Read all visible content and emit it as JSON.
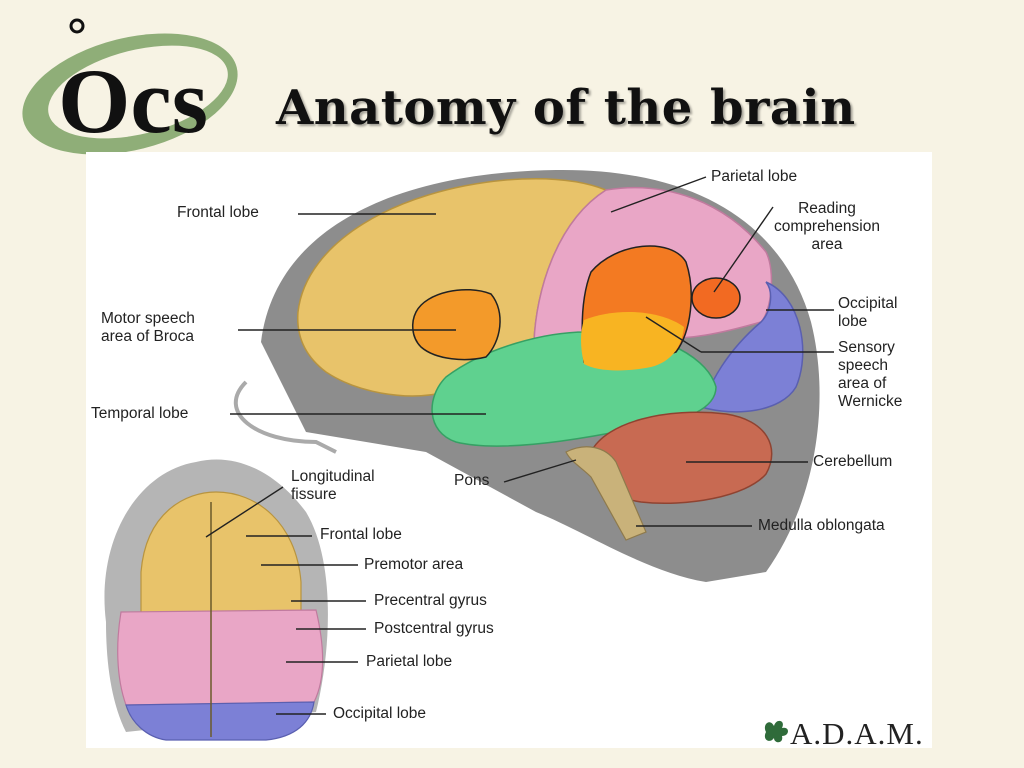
{
  "slide": {
    "title": "Anatomy of the brain",
    "logo_text": "Ocs"
  },
  "labels": {
    "frontal_lobe": "Frontal lobe",
    "parietal_lobe": "Parietal lobe",
    "reading_comprehension_area": "Reading\ncomprehension\narea",
    "motor_speech_area": "Motor speech\narea of Broca",
    "occipital_lobe": "Occipital\nlobe",
    "sensory_speech_area": "Sensory\nspeech\narea of\nWernicke",
    "temporal_lobe": "Temporal lobe",
    "cerebellum": "Cerebellum",
    "pons": "Pons",
    "medulla_oblongata": "Medulla oblongata",
    "longitudinal_fissure": "Longitudinal\nfissure",
    "top_frontal_lobe": "Frontal lobe",
    "premotor_area": "Premotor area",
    "precentral_gyrus": "Precentral gyrus",
    "postcentral_gyrus": "Postcentral gyrus",
    "top_parietal_lobe": "Parietal lobe",
    "top_occipital_lobe": "Occipital lobe"
  },
  "credit": {
    "publisher": "A.D.A.M."
  },
  "colors": {
    "background": "#f7f3e4",
    "frontal": "#e8c36a",
    "parietal": "#e9a6c6",
    "temporal": "#5fd18f",
    "occipital": "#7c80d6",
    "broca": "#f39a2a",
    "wernicke": "#f8b422",
    "reading_area": "#f26a22",
    "cerebellum": "#c86a52",
    "logo_green": "#8fae78"
  }
}
